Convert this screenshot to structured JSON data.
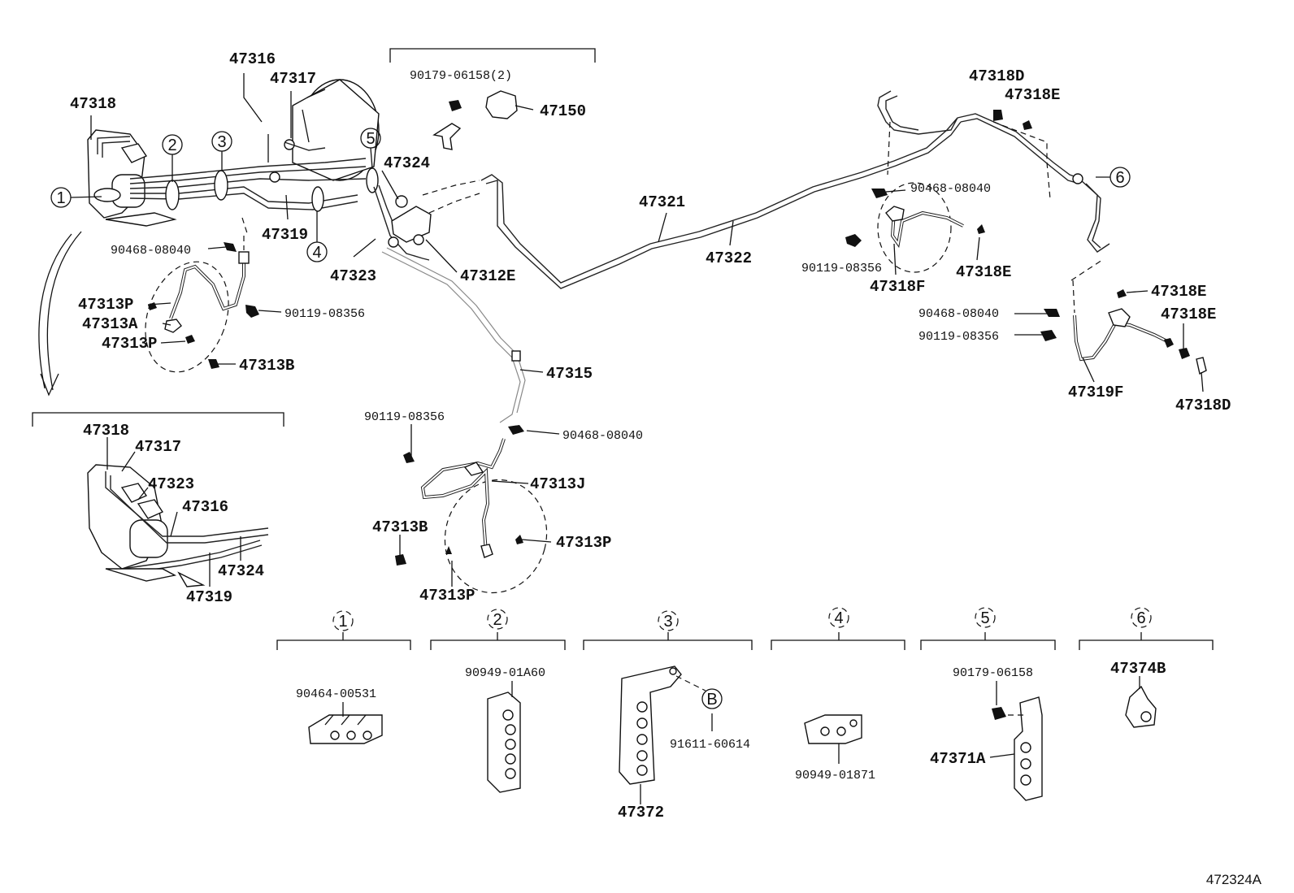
{
  "diagram_code": "472324A",
  "callouts": [
    "1",
    "2",
    "3",
    "4",
    "5",
    "6",
    "B"
  ],
  "labels": {
    "p47316": "47316",
    "p47317": "47317",
    "p47318": "47318",
    "p90179_2": "90179-06158(2)",
    "p47150": "47150",
    "p47324": "47324",
    "p47319": "47319",
    "p90468_a": "90468-08040",
    "p47323": "47323",
    "p47312E": "47312E",
    "p47313P_a": "47313P",
    "p47313A": "47313A",
    "p47313P_b": "47313P",
    "p90119_a": "90119-08356",
    "p47313B_a": "47313B",
    "p47321": "47321",
    "p47322": "47322",
    "p47318D_a": "47318D",
    "p47318E_a": "47318E",
    "p90468_b": "90468-08040",
    "p90119_b": "90119-08356",
    "p47318F": "47318F",
    "p47318E_b": "47318E",
    "p47318E_c": "47318E",
    "p90468_c": "90468-08040",
    "p47318E_d": "47318E",
    "p90119_c": "90119-08356",
    "p47319F": "47319F",
    "p47318D_b": "47318D",
    "p47315": "47315",
    "p90119_d": "90119-08356",
    "p90468_d": "90468-08040",
    "p47313J": "47313J",
    "p47313B_b": "47313B",
    "p47313P_c": "47313P",
    "p47313P_d": "47313P",
    "inset_47318": "47318",
    "inset_47317": "47317",
    "inset_47323": "47323",
    "inset_47316": "47316",
    "inset_47324": "47324",
    "inset_47319": "47319",
    "k1": "90464-00531",
    "k2": "90949-01A60",
    "k3a": "91611-60614",
    "k3b": "47372",
    "k4": "90949-01871",
    "k5a": "90179-06158",
    "k5b": "47371A",
    "k6": "47374B"
  }
}
